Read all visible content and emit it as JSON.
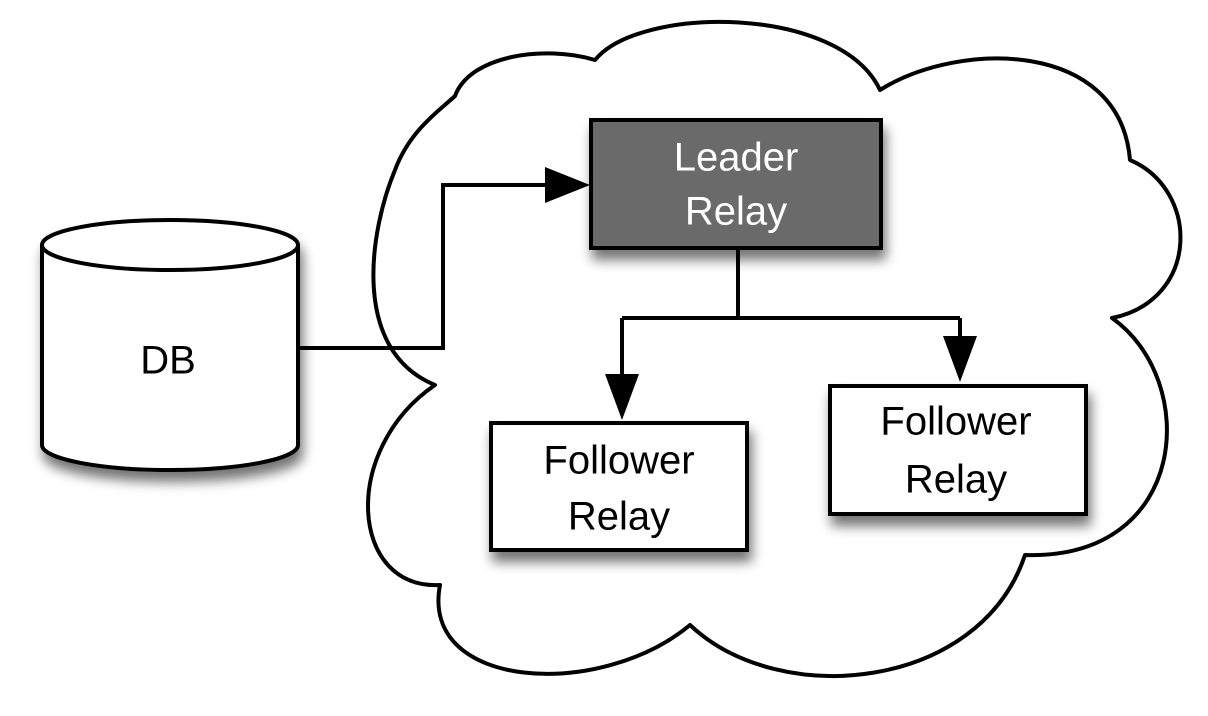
{
  "colors": {
    "background": "#ffffff",
    "stroke": "#000000",
    "leader_fill": "#6b6b6b",
    "leader_text": "#ffffff",
    "follower_fill": "#ffffff",
    "text": "#000000"
  },
  "nodes": {
    "db": {
      "label": "DB"
    },
    "leader": {
      "label_line1": "Leader",
      "label_line2": "Relay"
    },
    "follower_left": {
      "label_line1": "Follower",
      "label_line2": "Relay"
    },
    "follower_right": {
      "label_line1": "Follower",
      "label_line2": "Relay"
    }
  }
}
